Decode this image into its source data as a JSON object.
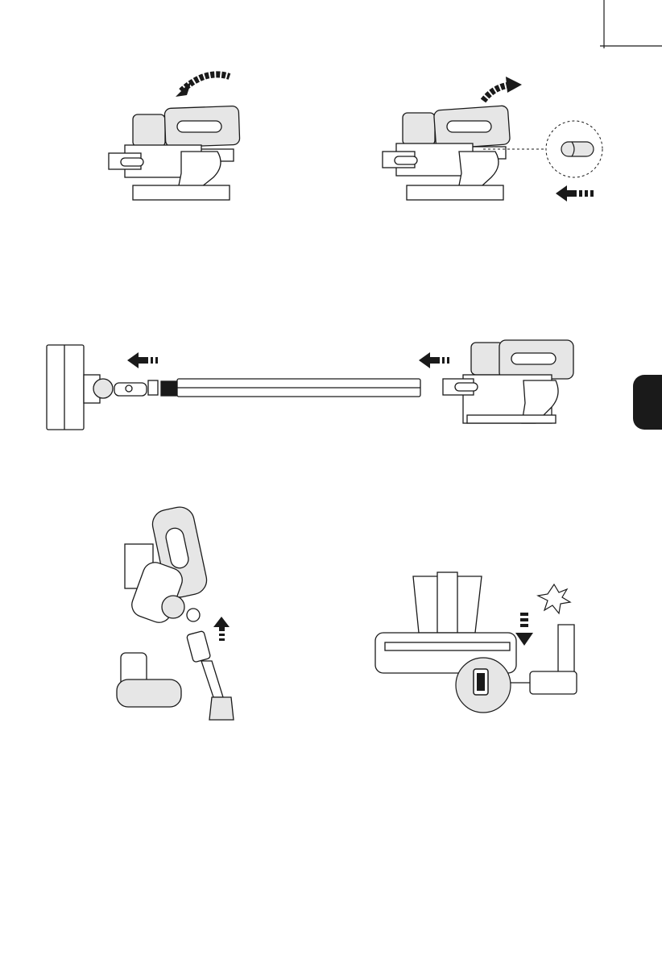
{
  "page": {
    "background": "#ffffff",
    "ink_color": "#1a1a1a",
    "body_fill": "#e6e6e6",
    "section_tab_color": "#1a1a1a"
  },
  "figures": [
    {
      "id": "fig-1",
      "description_icon": "handheld-vacuum-tilt-back",
      "arrow": "curved-arrow-left"
    },
    {
      "id": "fig-2",
      "description_icon": "handheld-vacuum-lock-slide",
      "arrow": "curved-arrow-right"
    },
    {
      "id": "fig-3",
      "description_icon": "floor-brush-tube-assembly",
      "arrow": "straight-arrows-left"
    },
    {
      "id": "fig-4",
      "description_icon": "handheld-mini-brush-crevice",
      "arrow": "upward-arrow"
    },
    {
      "id": "fig-5",
      "description_icon": "charging-dock-connect",
      "arrow": "downward-arrow"
    }
  ]
}
